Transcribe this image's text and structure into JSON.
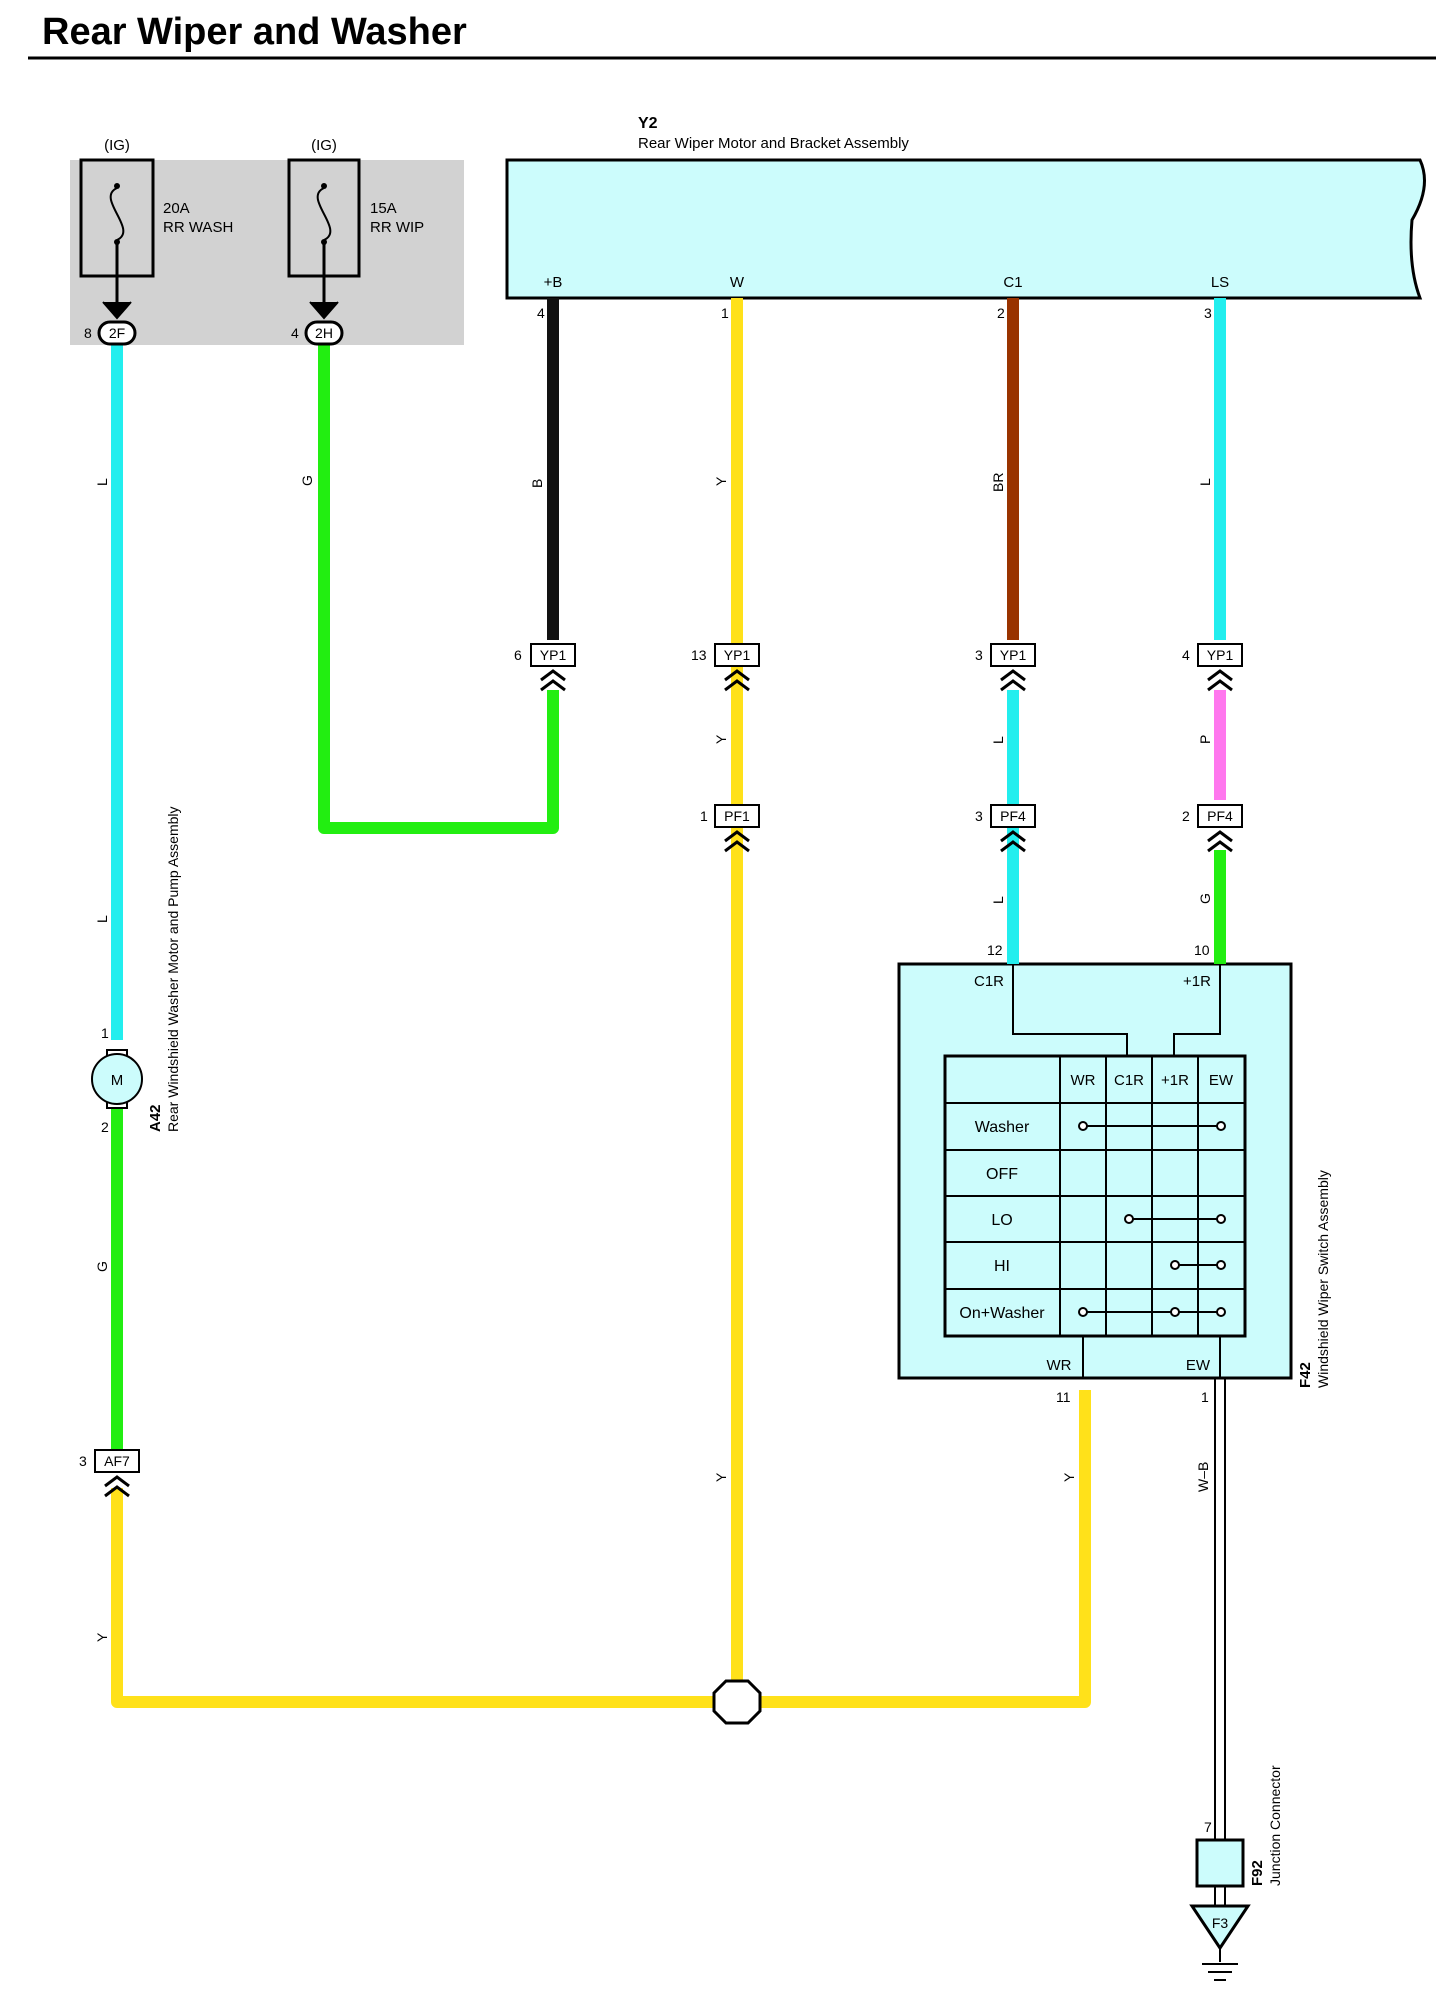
{
  "title": "Rear Wiper and Washer",
  "colors": {
    "L": "#22eeee",
    "G": "#22ee11",
    "B": "#111111",
    "Y": "#ffe11a",
    "BR": "#993300",
    "P": "#ff77ee",
    "W-B": "#555555",
    "component_fill": "#ccfcfc",
    "fuse_panel": "#d2d2d2"
  },
  "fuses": [
    {
      "source": "(IG)",
      "rating": "20A",
      "name": "RR WASH",
      "pin": "8",
      "connector": "2F"
    },
    {
      "source": "(IG)",
      "rating": "15A",
      "name": "RR WIP",
      "pin": "4",
      "connector": "2H"
    }
  ],
  "y2": {
    "id": "Y2",
    "name": "Rear Wiper Motor and Bracket Assembly",
    "terminals": [
      {
        "label": "+B",
        "pin": "4"
      },
      {
        "label": "W",
        "pin": "1"
      },
      {
        "label": "C1",
        "pin": "2"
      },
      {
        "label": "LS",
        "pin": "3"
      }
    ]
  },
  "a42": {
    "id": "A42",
    "name": "Rear Windshield Washer Motor and Pump Assembly",
    "motor": "M",
    "pin_top": "1",
    "pin_bottom": "2"
  },
  "f42": {
    "id": "F42",
    "name": "Windshield Wiper Switch Assembly",
    "top_terminals": [
      {
        "label": "C1R",
        "pin": "12"
      },
      {
        "label": "+1R",
        "pin": "10"
      }
    ],
    "bottom_terminals": [
      {
        "label": "WR",
        "pin": "11"
      },
      {
        "label": "EW",
        "pin": "1"
      }
    ],
    "table": {
      "headers": [
        "WR",
        "C1R",
        "+1R",
        "EW"
      ],
      "rows": [
        "Washer",
        "OFF",
        "LO",
        "HI",
        "On+Washer"
      ]
    }
  },
  "f92": {
    "id": "F92",
    "name": "Junction Connector",
    "pin": "7",
    "ground": "F3"
  },
  "inline_connectors": [
    {
      "name": "YP1",
      "pin": "6"
    },
    {
      "name": "YP1",
      "pin": "13"
    },
    {
      "name": "YP1",
      "pin": "3"
    },
    {
      "name": "YP1",
      "pin": "4"
    },
    {
      "name": "PF1",
      "pin": "1"
    },
    {
      "name": "PF4",
      "pin": "3"
    },
    {
      "name": "PF4",
      "pin": "2"
    },
    {
      "name": "AF7",
      "pin": "3"
    }
  ],
  "wire_labels": {
    "l1": "L",
    "l2": "L",
    "g1": "G",
    "b": "B",
    "y1": "Y",
    "br": "BR",
    "l3": "L",
    "y2": "Y",
    "l4": "L",
    "p": "P",
    "l5": "L",
    "g2": "G",
    "g3": "G",
    "y3": "Y",
    "y4": "Y",
    "y5": "Y",
    "wb": "W–B"
  }
}
